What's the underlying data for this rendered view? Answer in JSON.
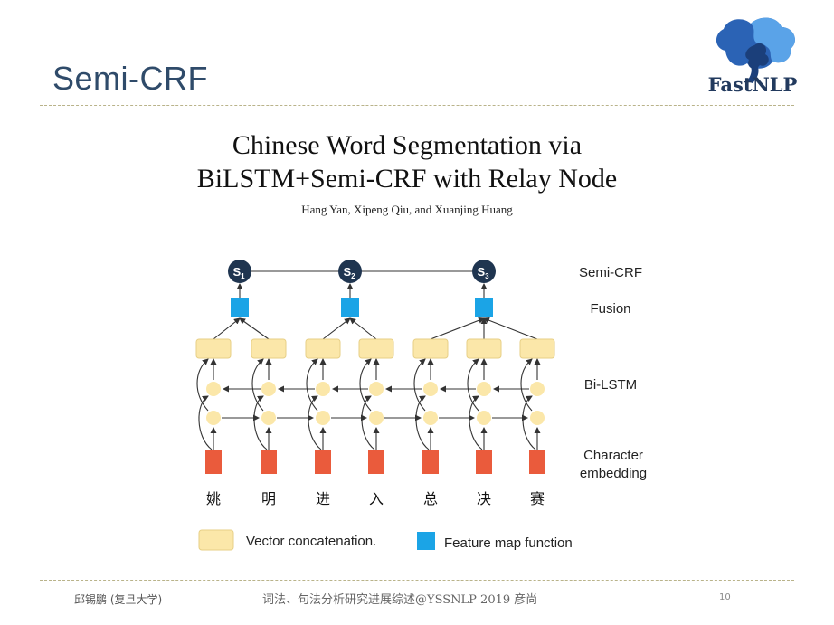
{
  "slide": {
    "title": "Semi-CRF",
    "logo_text": "FastNLP"
  },
  "paper": {
    "title_line1": "Chinese Word Segmentation via",
    "title_line2": "BiLSTM+Semi-CRF with Relay Node",
    "authors": "Hang Yan, Xipeng Qiu, and Xuanjing Huang"
  },
  "diagram": {
    "segments": [
      {
        "main": "S",
        "sub": "1"
      },
      {
        "main": "S",
        "sub": "2"
      },
      {
        "main": "S",
        "sub": "3"
      }
    ],
    "layer_labels": {
      "semi_crf": "Semi-CRF",
      "fusion": "Fusion",
      "bilstm": "Bi-LSTM",
      "char_line1": "Character",
      "char_line2": "embedding"
    },
    "characters": [
      "姚",
      "明",
      "进",
      "入",
      "总",
      "决",
      "赛"
    ],
    "legend": {
      "vector_concat": "Vector concatenation.",
      "feature_map": "Feature map function"
    },
    "colors": {
      "segment_node": "#1f3550",
      "fusion_square": "#1ba4e6",
      "concat_box": "#fbe7a9",
      "lstm_cell": "#fbe7a9",
      "char_embedding": "#ea5b3c"
    }
  },
  "footer": {
    "left": "邱锡鹏 (复旦大学)",
    "center": "词法、句法分析研究进展综述@YSSNLP 2019 彦尚",
    "page": "10"
  }
}
